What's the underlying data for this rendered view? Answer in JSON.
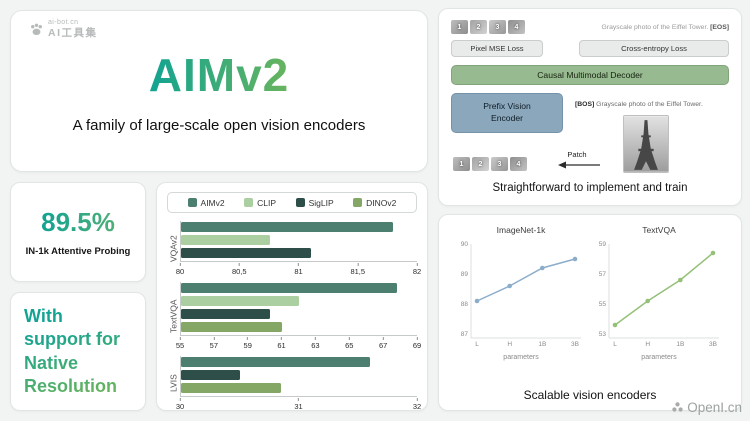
{
  "watermarks": {
    "top_line1": "ai-bot.cn",
    "top_line2": "AI工具集",
    "bottom": "OpenI.cn"
  },
  "hero": {
    "title": "AIMv2",
    "subtitle": "A family of large-scale open vision encoders"
  },
  "stat_card": {
    "value": "89.5%",
    "label": "IN-1k Attentive Probing"
  },
  "native_card": {
    "text": "With support for Native Resolution"
  },
  "colors": {
    "AIMv2": "#4d7f70",
    "CLIP": "#accfa2",
    "SigLIP": "#2e4f49",
    "DINOv2": "#84a765",
    "imagenet_line": "#8cadca",
    "textvqa_line": "#94c078",
    "accent_teal": "#12a392",
    "accent_green": "#68b45e"
  },
  "chart_data": [
    {
      "type": "bar",
      "orientation": "horizontal",
      "legend": [
        "AIMv2",
        "CLIP",
        "SigLIP",
        "DINOv2"
      ],
      "legend_position": "top",
      "groups": [
        {
          "label": "VQAv2",
          "xlim": [
            80,
            82
          ],
          "ticks": [
            "80",
            "80,5",
            "81",
            "81,5",
            "82"
          ],
          "bars": [
            {
              "series": "AIMv2",
              "value": 81.8
            },
            {
              "series": "CLIP",
              "value": 80.75
            },
            {
              "series": "SigLIP",
              "value": 81.1
            }
          ]
        },
        {
          "label": "TextVQA",
          "xlim": [
            55,
            69
          ],
          "ticks": [
            "55",
            "57",
            "59",
            "61",
            "63",
            "65",
            "67",
            "69"
          ],
          "bars": [
            {
              "series": "AIMv2",
              "value": 67.8
            },
            {
              "series": "CLIP",
              "value": 62.0
            },
            {
              "series": "SigLIP",
              "value": 60.3
            },
            {
              "series": "DINOv2",
              "value": 61.0
            }
          ]
        },
        {
          "label": "LVIS",
          "xlim": [
            30,
            32
          ],
          "ticks": [
            "30",
            "31",
            "32"
          ],
          "bars": [
            {
              "series": "AIMv2",
              "value": 31.6
            },
            {
              "series": "SigLIP",
              "value": 30.5
            },
            {
              "series": "DINOv2",
              "value": 30.85
            }
          ]
        }
      ]
    },
    {
      "type": "line",
      "title": "ImageNet-1k",
      "x": [
        "L",
        "H",
        "1B",
        "3B"
      ],
      "values": [
        88.1,
        88.6,
        89.2,
        89.5
      ],
      "ylim": [
        87,
        90
      ],
      "yticks": [
        87,
        88,
        89,
        90
      ],
      "xlabel": "parameters",
      "color": "#8cadca"
    },
    {
      "type": "line",
      "title": "TextVQA",
      "x": [
        "L",
        "H",
        "1B",
        "3B"
      ],
      "values": [
        53.6,
        55.2,
        56.6,
        58.4
      ],
      "ylim": [
        53,
        59
      ],
      "yticks": [
        53,
        55,
        57,
        59
      ],
      "xlabel": "parameters",
      "color": "#94c078"
    }
  ],
  "diagram": {
    "caption": "Straightforward to implement and train",
    "target_text": "Grayscale photo of the Eiffel Tower. ",
    "target_eos": "[EOS]",
    "pixel_loss": "Pixel MSE Loss",
    "cross_entropy_loss": "Cross-entropy Loss",
    "decoder": "Causal Multimodal Decoder",
    "encoder_line1": "Prefix Vision",
    "encoder_line2": "Encoder",
    "bos_bold": "[BOS]",
    "bos_text": " Grayscale photo of the Eiffel Tower.",
    "patch_arrow_label": "Patch",
    "top_patch_numbers": [
      "1",
      "2",
      "3",
      "4"
    ],
    "bottom_patch_numbers": [
      "1",
      "2",
      "3",
      "4"
    ]
  },
  "scalable": {
    "caption": "Scalable vision encoders"
  }
}
